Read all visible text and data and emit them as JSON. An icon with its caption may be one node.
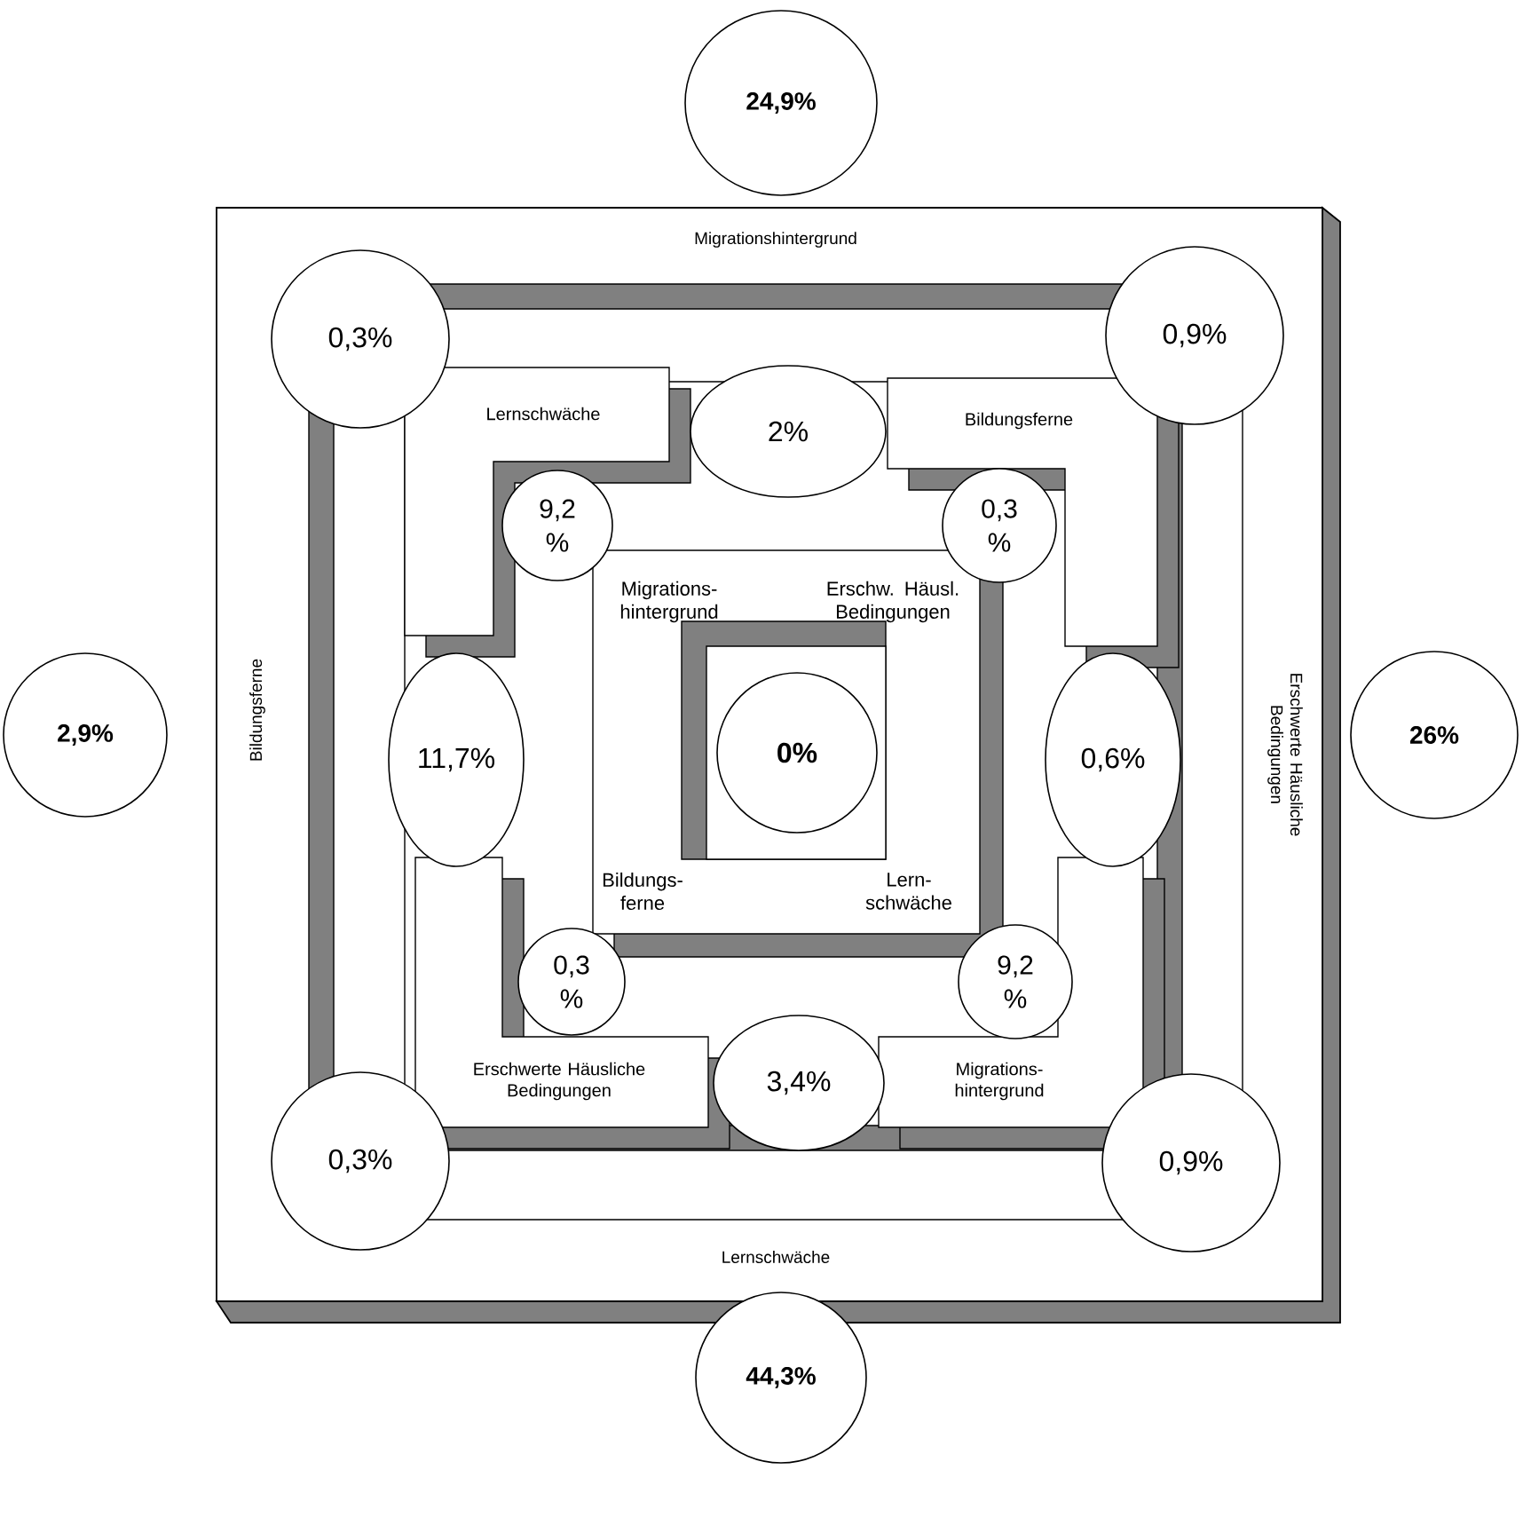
{
  "diagram": {
    "nodes": [
      {
        "text": [
          "24,9%"
        ]
      },
      {
        "text": [
          "0,3%"
        ]
      },
      {
        "text": [
          "0,9%"
        ]
      },
      {
        "text": [
          "Lernschwäche"
        ]
      },
      {
        "text": [
          "2%"
        ]
      },
      {
        "text": [
          "Bildungsferne"
        ]
      },
      {
        "text": [
          "9,2 %"
        ]
      },
      {
        "text": [
          "0,3 %"
        ]
      },
      {
        "text": [
          "Migrations- hintergrund",
          "Erschw. Häusl. Bedingungen",
          "Bildungs- ferne",
          "Lern- schwäche"
        ]
      },
      {
        "text": [
          "0%"
        ],
        "in": 8
      },
      {
        "text": [
          "2,9%"
        ]
      },
      {
        "text": [
          "11,7%"
        ]
      },
      {
        "text": [
          "0,6%"
        ]
      },
      {
        "text": [
          "26%"
        ]
      },
      {
        "text": [
          "0,3 %"
        ]
      },
      {
        "text": [
          "9,2 %"
        ]
      },
      {
        "text": [
          "Erschwerte Häusliche Bedingungen"
        ]
      },
      {
        "text": [
          "3,4%"
        ]
      },
      {
        "text": [
          "Migrations- hintergrund"
        ]
      },
      {
        "text": [
          "0,3%"
        ]
      },
      {
        "text": [
          "0,9%"
        ]
      },
      {
        "text": [
          "44,3%"
        ]
      }
    ],
    "labels": [
      "Migrationshintergrund",
      "Bildungsferne",
      "Erschwerte Häusliche Bedingungen",
      "Lernschwäche"
    ]
  }
}
